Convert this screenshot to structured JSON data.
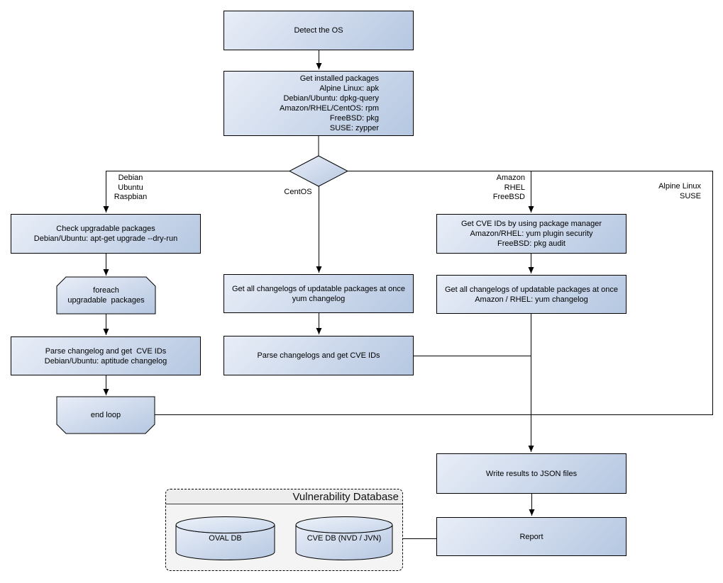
{
  "flowchart": {
    "nodes": {
      "detect_os": {
        "label": "Detect the OS"
      },
      "get_installed_packages": {
        "lines": [
          "Get installed packages",
          "Alpine Linux: apk",
          "Debian/Ubuntu: dpkg-query",
          "Amazon/RHEL/CentOS: rpm",
          "FreeBSD: pkg",
          "SUSE: zypper"
        ]
      },
      "check_upgradable": {
        "lines": [
          "Check upgradable packages",
          "Debian/Ubuntu: apt-get upgrade --dry-run"
        ]
      },
      "foreach_loop": {
        "lines": [
          "foreach",
          "upgradable  packages"
        ]
      },
      "parse_changelog_debian": {
        "lines": [
          "Parse changelog and get  CVE IDs",
          "Debian/Ubuntu: aptitude changelog"
        ]
      },
      "end_loop": {
        "label": "end loop"
      },
      "get_changelogs_centos": {
        "lines": [
          "Get all changelogs of updatable packages at once",
          "yum changelog"
        ]
      },
      "parse_changelogs_centos": {
        "label": "Parse changelogs and get CVE IDs"
      },
      "get_cve_ids_pkg_manager": {
        "lines": [
          "Get CVE IDs by using package manager",
          "Amazon/RHEL: yum plugin security",
          "FreeBSD: pkg audit"
        ]
      },
      "get_changelogs_amazon": {
        "lines": [
          "Get all changelogs of updatable packages at once",
          "Amazon / RHEL: yum changelog"
        ]
      },
      "write_results": {
        "label": "Write results to JSON files"
      },
      "report": {
        "label": "Report"
      }
    },
    "branch_labels": {
      "left": [
        "Debian",
        "Ubuntu",
        "Raspbian"
      ],
      "center": "CentOS",
      "right": [
        "Amazon",
        "RHEL",
        "FreeBSD"
      ],
      "far_right": [
        "Alpine Linux",
        "SUSE"
      ]
    },
    "database": {
      "title": "Vulnerability Database",
      "oval_db": "OVAL DB",
      "cve_db": "CVE DB (NVD / JVN)"
    },
    "colors": {
      "node_fill_light": "#e9eef8",
      "node_fill_dark": "#b5c7e1",
      "node_border": "#000000",
      "connector": "#000000",
      "container_fill": "#f4f4f4",
      "container_title_fill": "#ededed",
      "background": "#ffffff"
    }
  }
}
